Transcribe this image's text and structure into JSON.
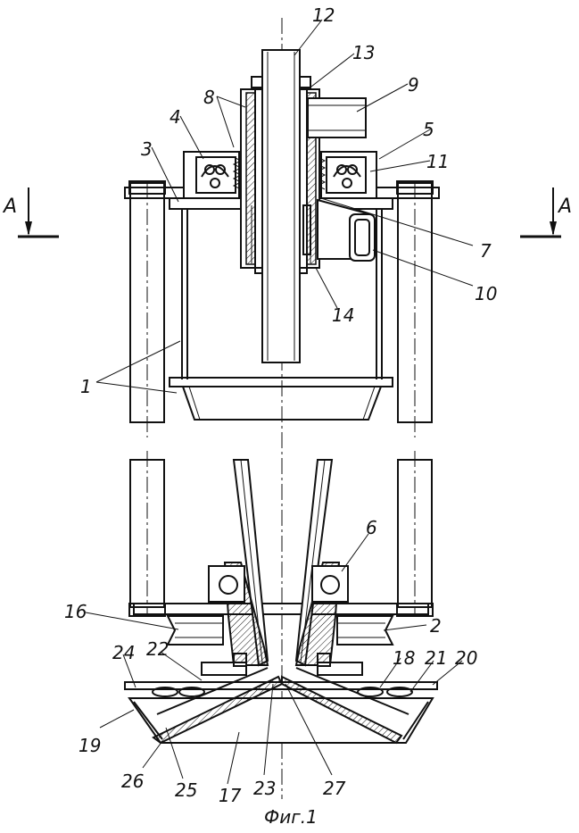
{
  "drawing": {
    "caption": "Фиг.1",
    "section_marker_left": "А",
    "section_marker_right": "А",
    "part_numbers": [
      "1",
      "2",
      "3",
      "4",
      "5",
      "6",
      "7",
      "8",
      "9",
      "10",
      "11",
      "12",
      "13",
      "14",
      "16",
      "17",
      "18",
      "19",
      "20",
      "21",
      "22",
      "23",
      "24",
      "25",
      "26",
      "27"
    ]
  }
}
